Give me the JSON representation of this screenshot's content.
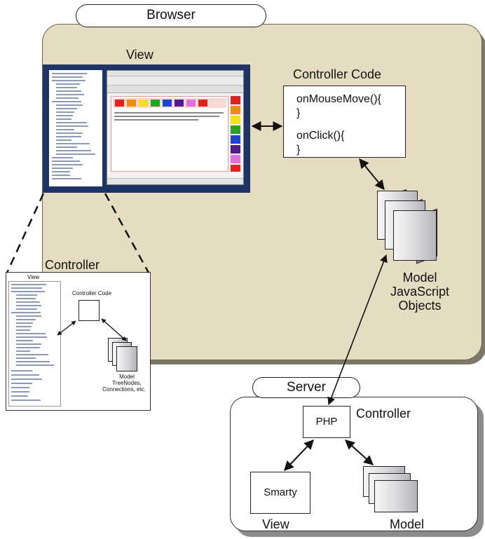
{
  "browser": {
    "title": "Browser"
  },
  "view": {
    "title": "View"
  },
  "controller_code": {
    "title": "Controller Code",
    "lines": [
      "onMouseMove(){",
      "}",
      "onClick(){",
      "}"
    ]
  },
  "model": {
    "lines": [
      "Model",
      "JavaScript",
      "Objects"
    ]
  },
  "inset": {
    "title": "Controller",
    "view_label": "View",
    "code_label": "Controller Code",
    "model_lines": [
      "Model",
      "TreeNodes,",
      "Connections, etc."
    ]
  },
  "server": {
    "title": "Server",
    "php_label": "PHP",
    "controller_label": "Controller",
    "smarty_label": "Smarty",
    "view_label": "View",
    "model_label": "Model"
  },
  "palette_colors": [
    "#e22222",
    "#f08c10",
    "#f4e020",
    "#2aa02a",
    "#2244cc",
    "#551a8b",
    "#e070e0",
    "#e22222"
  ]
}
